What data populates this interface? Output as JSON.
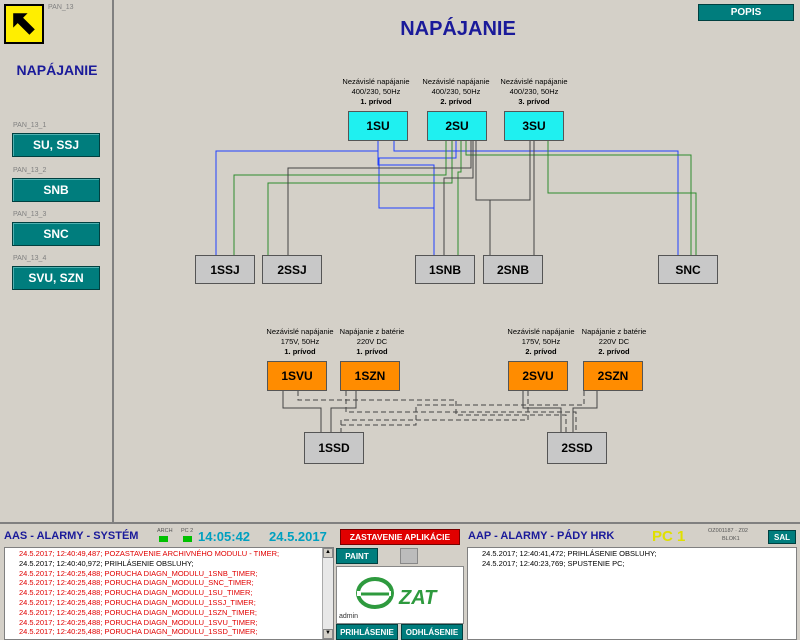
{
  "panel_id": "PAN_13",
  "sidebar": {
    "title": "NAPÁJANIE",
    "items": [
      {
        "pan": "PAN_13_1",
        "label": "SU, SSJ"
      },
      {
        "pan": "PAN_13_2",
        "label": "SNB"
      },
      {
        "pan": "PAN_13_3",
        "label": "SNC"
      },
      {
        "pan": "PAN_13_4",
        "label": "SVU, SZN"
      }
    ]
  },
  "main": {
    "title": "NAPÁJANIE",
    "popis_label": "POPIS",
    "supplies": [
      {
        "name": "1SU",
        "l1": "Nezávislé napájanie",
        "l2": "400/230, 50Hz",
        "l3": "1. prívod"
      },
      {
        "name": "2SU",
        "l1": "Nezávislé napájanie",
        "l2": "400/230, 50Hz",
        "l3": "2. prívod"
      },
      {
        "name": "3SU",
        "l1": "Nezávislé napájanie",
        "l2": "400/230, 50Hz",
        "l3": "3. prívod"
      }
    ],
    "consumers": [
      "1SSJ",
      "2SSJ",
      "1SNB",
      "2SNB",
      "SNC"
    ],
    "dc_sources": [
      {
        "name": "1SVU",
        "l1": "Nezávislé napájanie",
        "l2": "175V, 50Hz",
        "l3": "1. prívod"
      },
      {
        "name": "1SZN",
        "l1": "Napájanie z batérie",
        "l2": "220V DC",
        "l3": "1. prívod"
      },
      {
        "name": "2SVU",
        "l1": "Nezávislé napájanie",
        "l2": "175V, 50Hz",
        "l3": "2. prívod"
      },
      {
        "name": "2SZN",
        "l1": "Napájanie z batérie",
        "l2": "220V DC",
        "l3": "2. prívod"
      }
    ],
    "dc_consumers": [
      "1SSD",
      "2SSD"
    ]
  },
  "bottom": {
    "aas_title": "AAS - ALARMY - SYSTÉM",
    "arch_label": "ARCH",
    "pc2_label": "PC 2",
    "time": "14:05:42",
    "date": "24.5.2017",
    "stop_label": "ZASTAVENIE APLIKÁCIE",
    "aap_title": "AAP - ALARMY - PÁDY HRK",
    "pc_label": "PC 1",
    "station_line1": "OZ001187 · Z02",
    "station_line2": "BLOK1",
    "sal_label": "SAL",
    "paint_label": "PAINT",
    "user": "admin",
    "logo_text": "ZAT",
    "login_label": "PRIHLÁSENIE",
    "logout_label": "ODHLÁSENIE",
    "sys_log": [
      {
        "text": "24.5.2017; 12:40:49,487; POZASTAVENIE ARCHIVNÉHO MODULU - TIMER;",
        "color": "red"
      },
      {
        "text": "24.5.2017; 12:40:40,972; PRIHLÁSENIE OBSLUHY;",
        "color": "black"
      },
      {
        "text": "24.5.2017; 12:40:25,488; PORUCHA DIAGN_MODULU_1SNB_TIMER;",
        "color": "red"
      },
      {
        "text": "24.5.2017; 12:40:25,488; PORUCHA DIAGN_MODULU_SNC_TIMER;",
        "color": "red"
      },
      {
        "text": "24.5.2017; 12:40:25,488; PORUCHA DIAGN_MODULU_1SU_TIMER;",
        "color": "red"
      },
      {
        "text": "24.5.2017; 12:40:25,488; PORUCHA DIAGN_MODULU_1SSJ_TIMER;",
        "color": "red"
      },
      {
        "text": "24.5.2017; 12:40:25,488; PORUCHA DIAGN_MODULU_1SZN_TIMER;",
        "color": "red"
      },
      {
        "text": "24.5.2017; 12:40:25,488; PORUCHA DIAGN_MODULU_1SVU_TIMER;",
        "color": "red"
      },
      {
        "text": "24.5.2017; 12:40:25,488; PORUCHA DIAGN_MODULU_1SSD_TIMER;",
        "color": "red"
      }
    ],
    "hrk_log": [
      {
        "text": "24.5.2017; 12:40:41,472; PRIHLÁSENIE OBSLUHY;",
        "color": "black"
      },
      {
        "text": "24.5.2017; 12:40:23,769; SPUSTENIE PC;",
        "color": "black"
      }
    ]
  },
  "colors": {
    "teal": "#007d7d",
    "cyan": "#1ff0f0",
    "orange": "#ff8c00",
    "gray": "#c8c8c8",
    "title_blue": "#1a1a9a",
    "wire_blue": "#2040ff",
    "wire_green": "#2e8b2e"
  }
}
